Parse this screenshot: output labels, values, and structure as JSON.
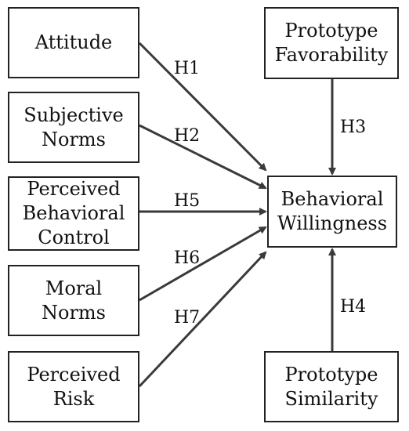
{
  "nodes": {
    "attitude": "Attitude",
    "subjective_norms": "Subjective\nNorms",
    "perceived_behavioral_control": "Perceived\nBehavioral\nControl",
    "moral_norms": "Moral\nNorms",
    "perceived_risk": "Perceived\nRisk",
    "prototype_favorability": "Prototype\nFavorability",
    "behavioral_willingness": "Behavioral\nWillingness",
    "prototype_similarity": "Prototype\nSimilarity"
  },
  "hypotheses": {
    "h1": "H1",
    "h2": "H2",
    "h3": "H3",
    "h4": "H4",
    "h5": "H5",
    "h6": "H6",
    "h7": "H7"
  },
  "colors": {
    "arrow": "#3a3a3a",
    "border": "#222222"
  }
}
